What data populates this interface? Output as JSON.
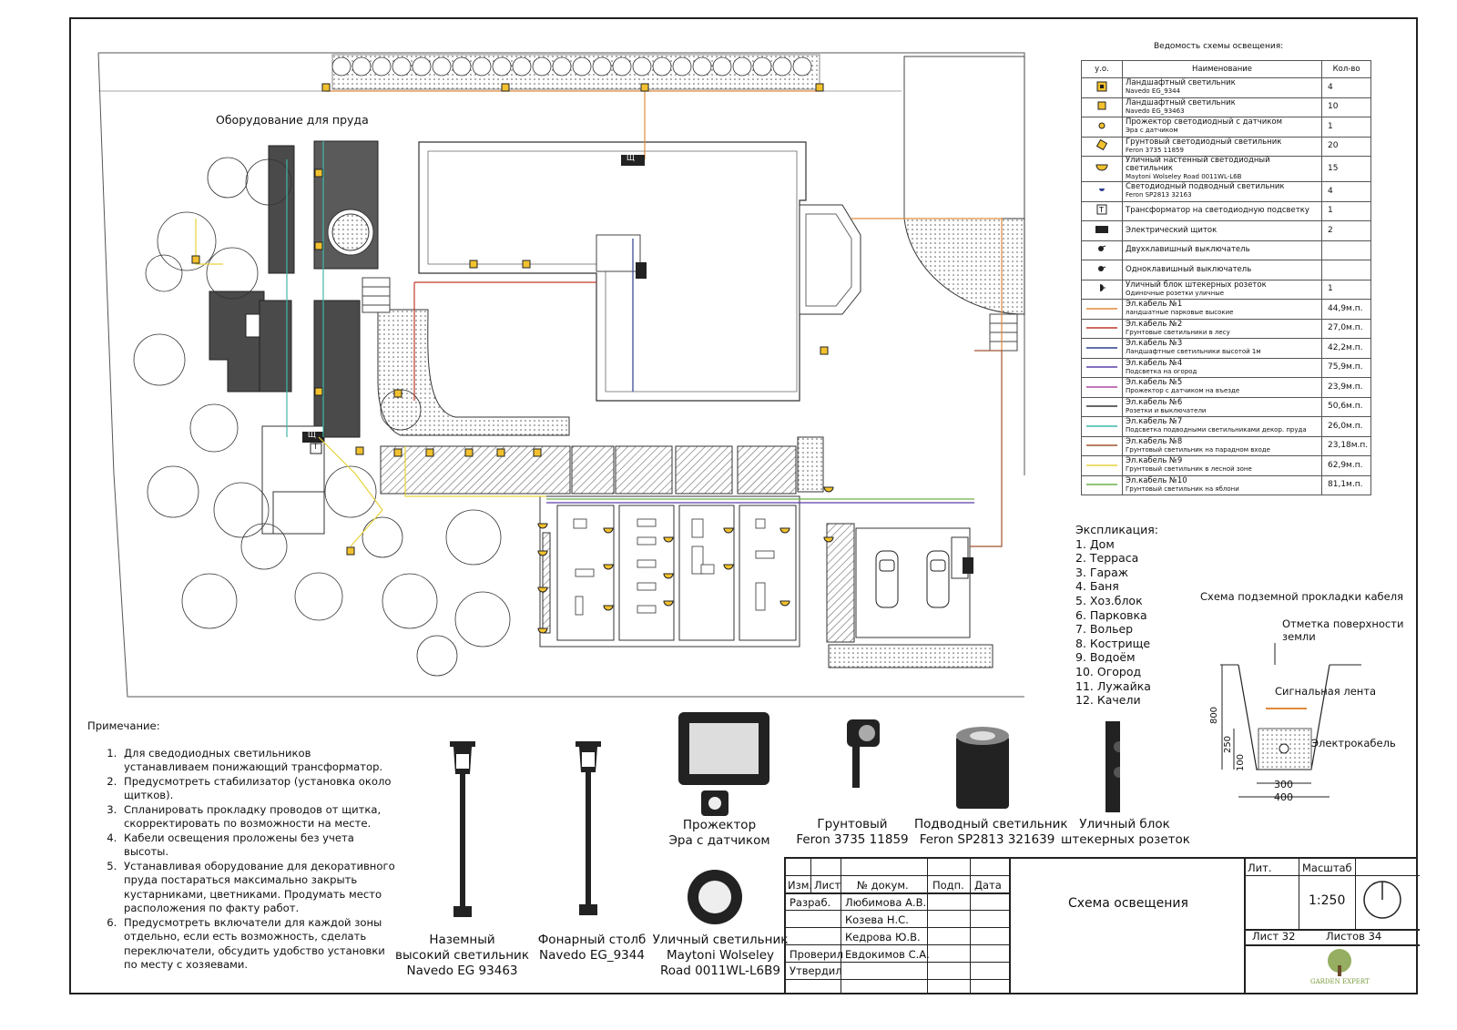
{
  "pond_equipment_label": "Оборудование для пруда",
  "panel_symbol": "Щ",
  "transformer_symbol": "Т",
  "legend": {
    "title": "Ведомость схемы освещения:",
    "headers": [
      "у.о.",
      "Наименование",
      "Кол-во"
    ],
    "rows": [
      {
        "icon": "landscape-lamp-large-icon",
        "name": "Ландшафтный светильник",
        "sub": "Navedo EG_9344",
        "qty": "4"
      },
      {
        "icon": "landscape-lamp-small-icon",
        "name": "Ландшафтный светильник",
        "sub": "Navedo EG_93463",
        "qty": "10"
      },
      {
        "icon": "floodlight-icon",
        "name": "Прожектор светодиодный с датчиком",
        "sub": "Эра с датчиком",
        "qty": "1"
      },
      {
        "icon": "ground-lamp-icon",
        "name": "Грунтовый светодиодный светильник",
        "sub": "Feron 3735 11859",
        "qty": "20"
      },
      {
        "icon": "wall-lamp-icon",
        "name": "Уличный настенный светодиодный светильник",
        "sub": "Maytoni Wolseley Road 0011WL-L6B",
        "qty": "15"
      },
      {
        "icon": "underwater-lamp-icon",
        "name": "Светодиодный подводный светильник",
        "sub": "Feron SP2813 32163",
        "qty": "4"
      },
      {
        "icon": "transformer-icon",
        "name": "Трансформатор на светодиодную подсветку",
        "sub": "",
        "qty": "1"
      },
      {
        "icon": "electric-panel-icon",
        "name": "Электрический щиток",
        "sub": "",
        "qty": "2"
      },
      {
        "icon": "double-switch-icon",
        "name": "Двухклавишный выключатель",
        "sub": "",
        "qty": ""
      },
      {
        "icon": "single-switch-icon",
        "name": "Одноклавишный выключатель",
        "sub": "",
        "qty": ""
      },
      {
        "icon": "outdoor-socket-icon",
        "name": "Уличный блок штекерных розеток",
        "sub": "Одиночные розетки уличные",
        "qty": "1"
      },
      {
        "icon": "cable-line-icon",
        "color": "#e08a3c",
        "name": "Эл.кабель  №1",
        "sub": "ландшатные парковые высокие",
        "qty": "44,9м.п."
      },
      {
        "icon": "cable-line-icon",
        "color": "#c0392b",
        "name": "Эл.кабель  №2",
        "sub": "Грунтовые светильники в лесу",
        "qty": "27,0м.п."
      },
      {
        "icon": "cable-line-icon",
        "color": "#2c3e8f",
        "name": "Эл.кабель  №3",
        "sub": "Ландшафтные светильники высотой 1м",
        "qty": "42,2м.п."
      },
      {
        "icon": "cable-line-icon",
        "color": "#5b3fa8",
        "name": "Эл.кабель  №4",
        "sub": "Подсветка на огород",
        "qty": "75,9м.п."
      },
      {
        "icon": "cable-line-icon",
        "color": "#b04aa0",
        "name": "Эл.кабель  №5",
        "sub": "Прожектор с датчиком на въезде",
        "qty": "23,9м.п."
      },
      {
        "icon": "cable-line-icon",
        "color": "#333333",
        "name": "Эл.кабель  №6",
        "sub": "Розетки и выключатели",
        "qty": "50,6м.п."
      },
      {
        "icon": "cable-line-icon",
        "color": "#3fb7a8",
        "name": "Эл.кабель  №7",
        "sub": "Подсветка подводными светильниками декор. пруда",
        "qty": "26,0м.п."
      },
      {
        "icon": "cable-line-icon",
        "color": "#a0522d",
        "name": "Эл.кабель  №8",
        "sub": "Грунтовый светильник на парадном входе",
        "qty": "23,18м.п."
      },
      {
        "icon": "cable-line-icon",
        "color": "#e6d33a",
        "name": "Эл.кабель  №9",
        "sub": "Грунтовый светильник в лесной зоне",
        "qty": "62,9м.п."
      },
      {
        "icon": "cable-line-icon",
        "color": "#6ab04c",
        "name": "Эл.кабель  №10",
        "sub": "Грунтовый светильник на яблони",
        "qty": "81,1м.п."
      }
    ]
  },
  "explication": {
    "title": "Экспликация:",
    "items": [
      "1. Дом",
      "2. Терраса",
      "3. Гараж",
      "4. Баня",
      "5. Хоз.блок",
      "6. Парковка",
      "7. Вольер",
      "8. Кострище",
      "9. Водоём",
      "10. Огород",
      "11. Лужайка",
      "12. Качели"
    ]
  },
  "cable_scheme": {
    "title": "Схема подземной прокладки кабеля",
    "surface": "Отметка поверхности",
    "surface2": "земли",
    "tape": "Сигнальная лента",
    "cable": "Электрокабель",
    "dim_depth": "800",
    "dim_250": "250",
    "dim_100": "100",
    "dim_300": "300",
    "dim_400": "400"
  },
  "notes": {
    "title": "Примечание:",
    "items": [
      "Для сведодиодных светильников устанавливаем понижающий трансформатор.",
      "Предусмотреть стабилизатор (установка около щитков).",
      "Спланировать  прокладку проводов от щитка, скорректировать по возможности на месте.",
      "Кабели освещения проложены без учета высоты.",
      "Устанавливая  оборудование для декоративного пруда постараться максимально закрыть кустарниками, цветниками. Продумать место расположения по факту работ.",
      "Предусмотреть  включатели для каждой зоны отдельно, если есть возможность, сделать переключатели, обсудить удобство установки по месту  с хозяевами."
    ]
  },
  "products": [
    {
      "l1": "Наземный",
      "l2": "высокий светильник",
      "l3": "Navedo EG  93463"
    },
    {
      "l1": "Фонарный столб",
      "l2": "Navedo EG_9344",
      "l3": ""
    },
    {
      "l1": "Уличный светильник",
      "l2": "Maytoni Wolseley",
      "l3": "Road 0011WL-L6B9"
    },
    {
      "l1": "Прожектор",
      "l2": "Эра с датчиком",
      "l3": ""
    },
    {
      "l1": "Грунтовый",
      "l2": "Feron 3735 11859",
      "l3": ""
    },
    {
      "l1": "Подводный светильник",
      "l2": "Feron SP2813 321639",
      "l3": ""
    },
    {
      "l1": "Уличный блок",
      "l2": "штекерных розеток",
      "l3": ""
    }
  ],
  "title_block": {
    "col_headers": [
      "Изм.",
      "Лист",
      "№    докум.",
      "Подп.",
      "Дата"
    ],
    "roles": [
      "Разраб.",
      "",
      "",
      "Проверил",
      "Утвердил"
    ],
    "people": [
      "Любимова А.В.",
      "Козева Н.С.",
      "Кедрова Ю.В.",
      "Евдокимов С.А.",
      ""
    ],
    "drawing_title": "Схема освещения",
    "lit_label": "Лит.",
    "scale_label": "Масштаб",
    "scale": "1:250",
    "sheet": "Лист 32",
    "sheets": "Листов 34",
    "logo_text": "GARDEN EXPERT"
  },
  "colors": {
    "lamp_fill": "#f2c12e",
    "building_fill": "#4a4a4a",
    "cable_orange": "#e08a3c",
    "cable_red": "#c0392b",
    "cable_green": "#6ab04c",
    "cable_yellow": "#e6d33a",
    "cable_teal": "#3fb7a8",
    "logo_green": "#7a9a3a"
  }
}
